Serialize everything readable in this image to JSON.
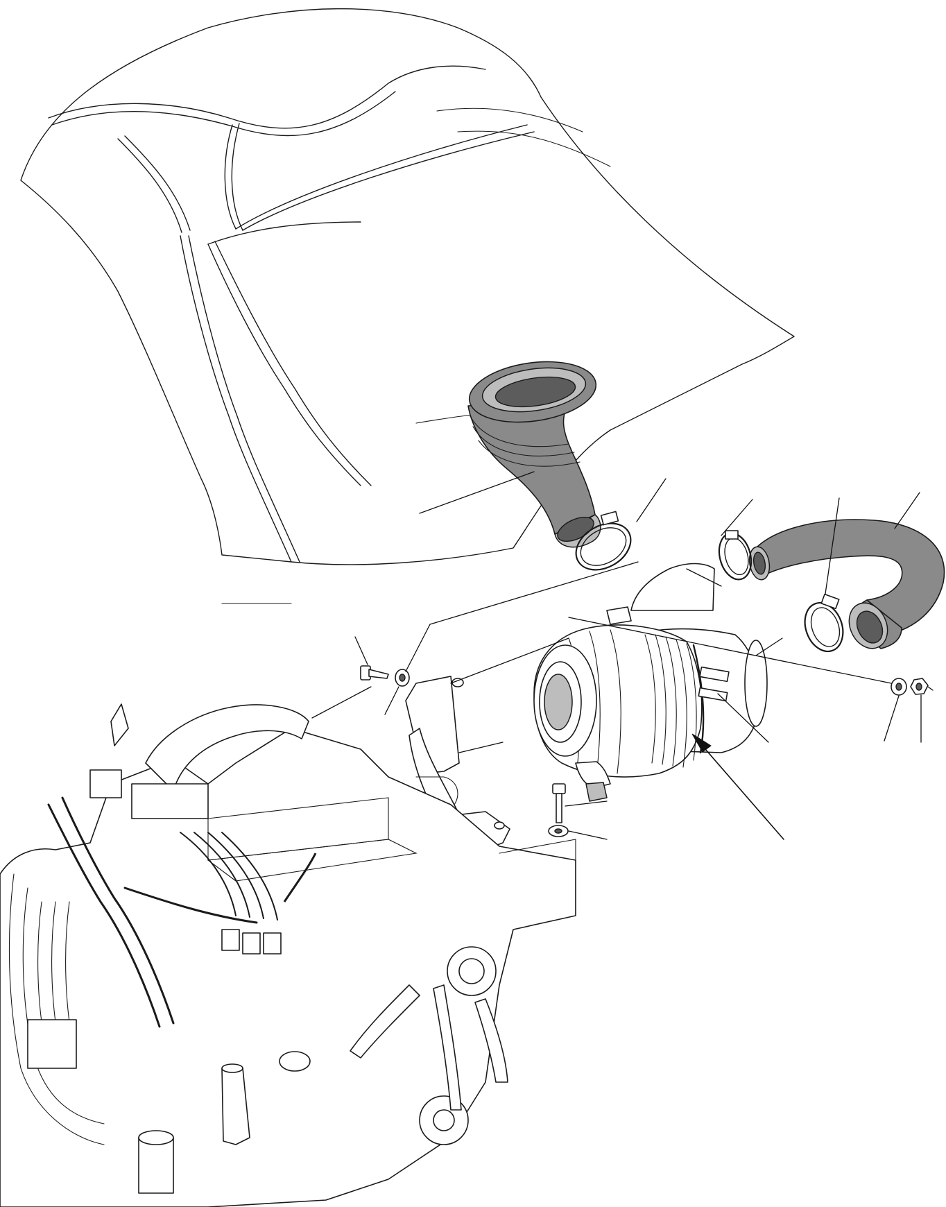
{
  "diagram": {
    "kind": "exploded parts illustration",
    "style": "black line art with grey-shaded hoses",
    "colors": {
      "line": "#1a1a1a",
      "hose": "#8a8a8a",
      "hose_light": "#bdbdbd",
      "paper": "#ffffff"
    },
    "parts": [
      {
        "id": "cab-roof"
      },
      {
        "id": "intake-elbow"
      },
      {
        "id": "hose-clamp-upper"
      },
      {
        "id": "hose-clamp-middle"
      },
      {
        "id": "hose-clamp-lower"
      },
      {
        "id": "intake-hose"
      },
      {
        "id": "air-filter-housing"
      },
      {
        "id": "filter-mounting-bracket"
      },
      {
        "id": "bolt-upper"
      },
      {
        "id": "washer-upper"
      },
      {
        "id": "bolt-lower"
      },
      {
        "id": "washer-lower"
      },
      {
        "id": "washer-right"
      },
      {
        "id": "nut-right"
      },
      {
        "id": "band-strap"
      },
      {
        "id": "engine-block"
      }
    ],
    "reference_arrow": {
      "points_to": "air-filter-housing"
    }
  }
}
